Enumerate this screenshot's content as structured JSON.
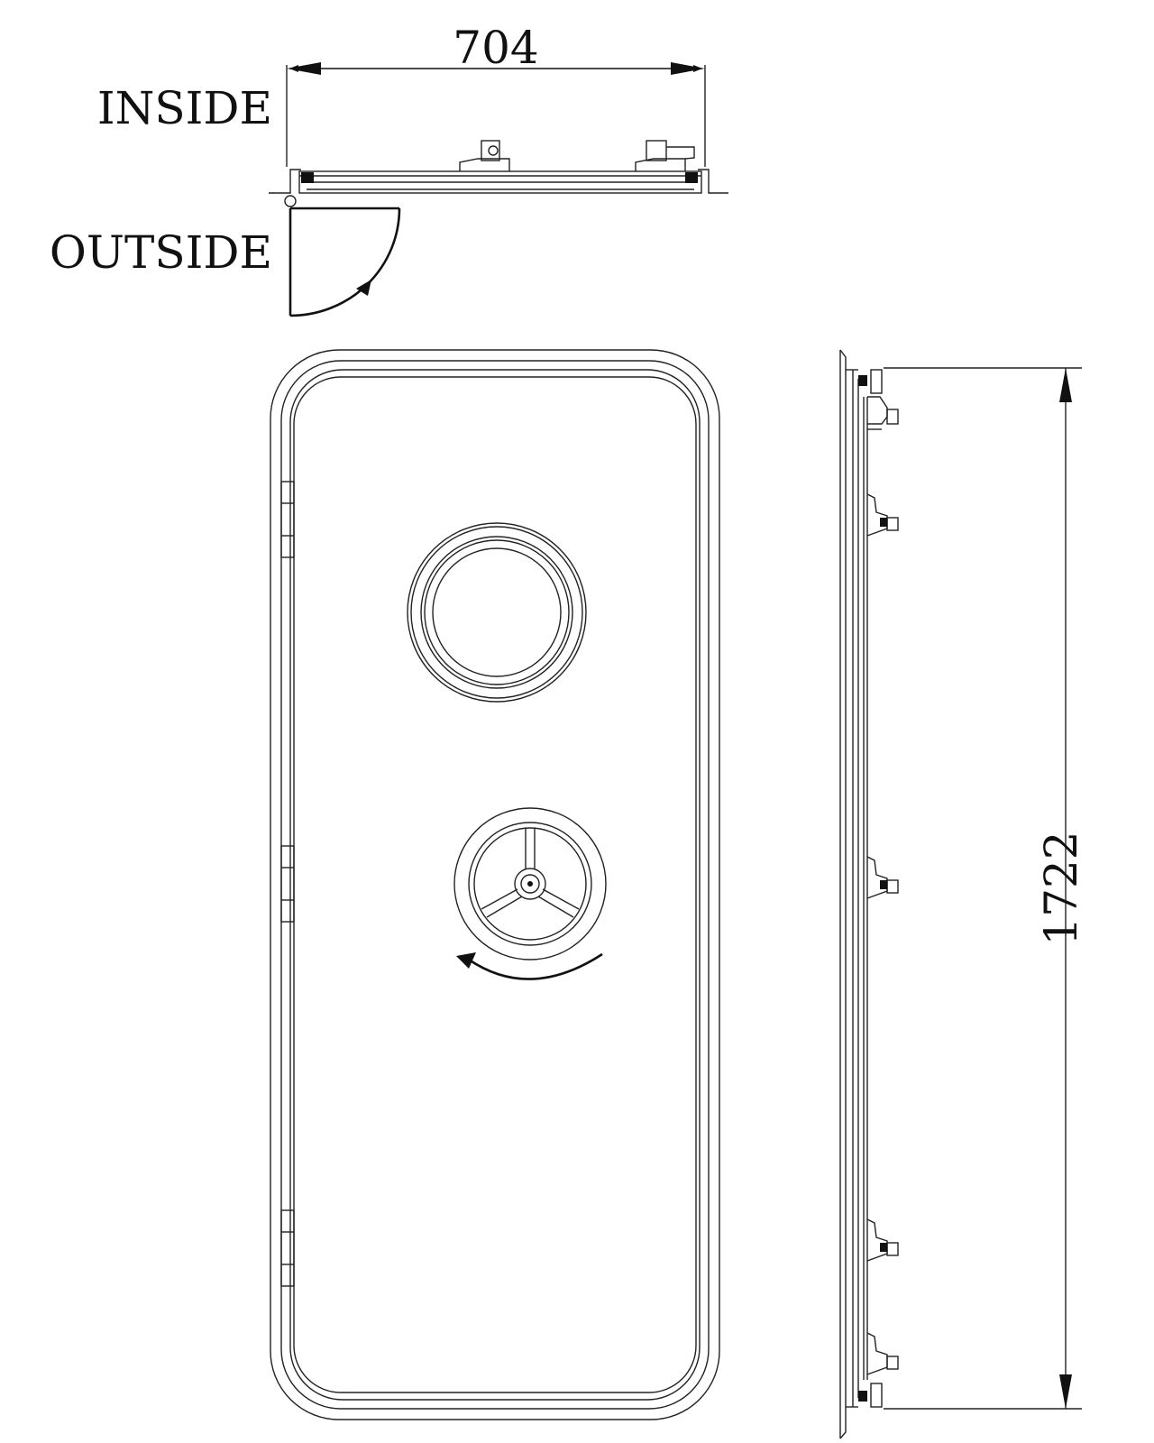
{
  "labels": {
    "width_dim": "704",
    "height_dim": "1722",
    "inside": "INSIDE",
    "outside": "OUTSIDE"
  },
  "colors": {
    "line": "#222222",
    "background": "#ffffff"
  }
}
